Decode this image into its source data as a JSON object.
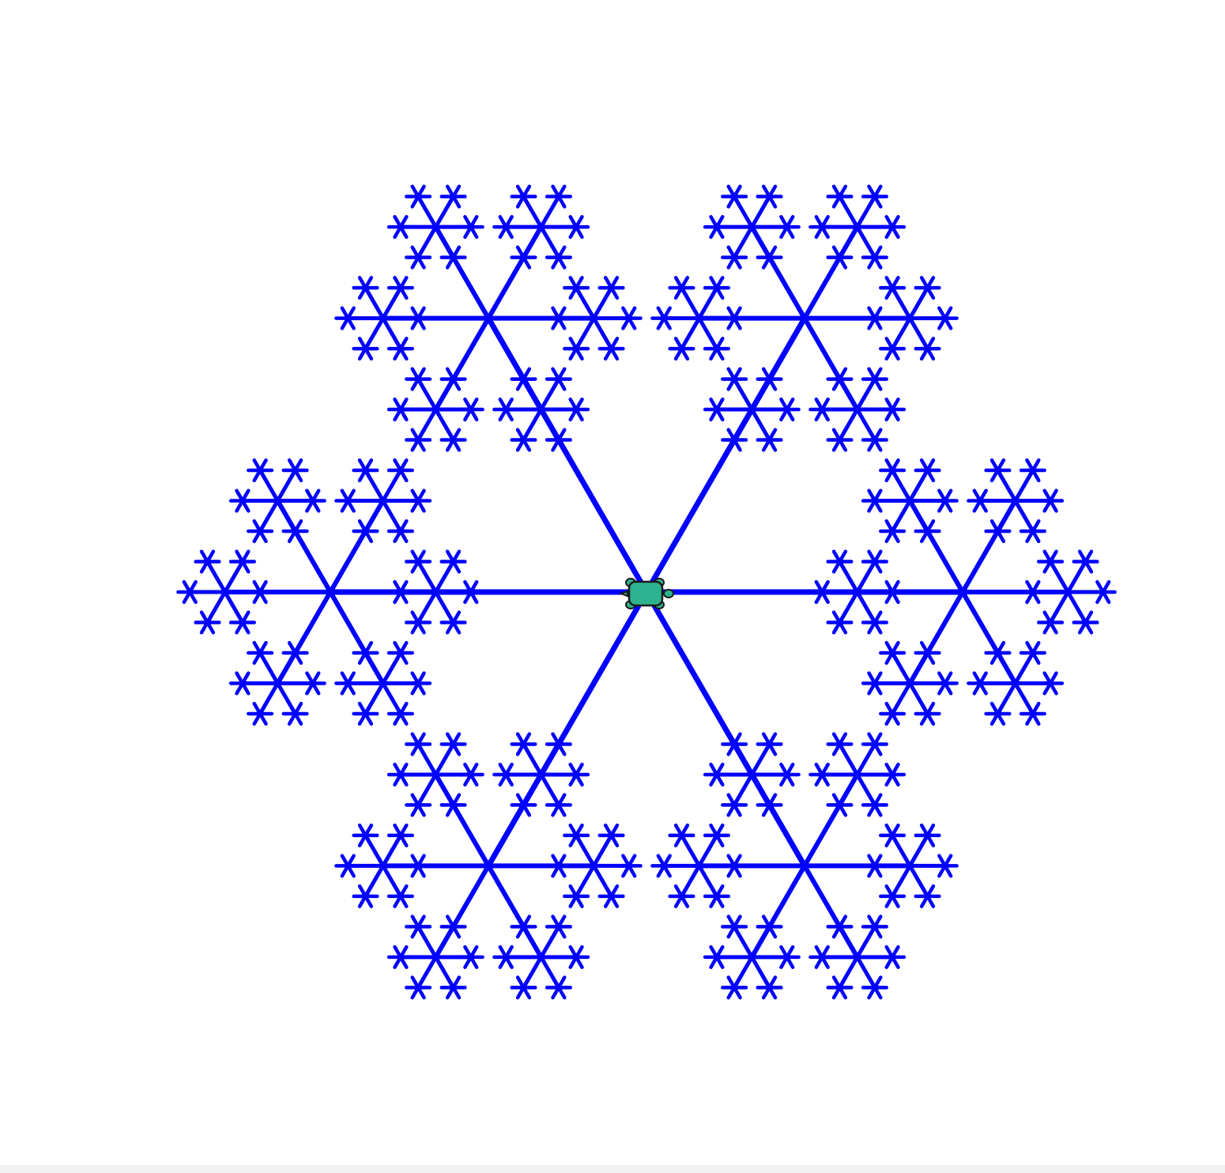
{
  "figure": {
    "description_type": "recursive-hexaflake-tree",
    "arms": 6,
    "recursion_levels": 4,
    "branch_length_ratio": 0.3333,
    "colors": {
      "background": "#ffffff",
      "stroke": "#0000ff",
      "turtle_body": "#2db38f",
      "turtle_outline": "#1a1a1a"
    }
  },
  "icons": {
    "turtle": "turtle-cursor-icon"
  }
}
